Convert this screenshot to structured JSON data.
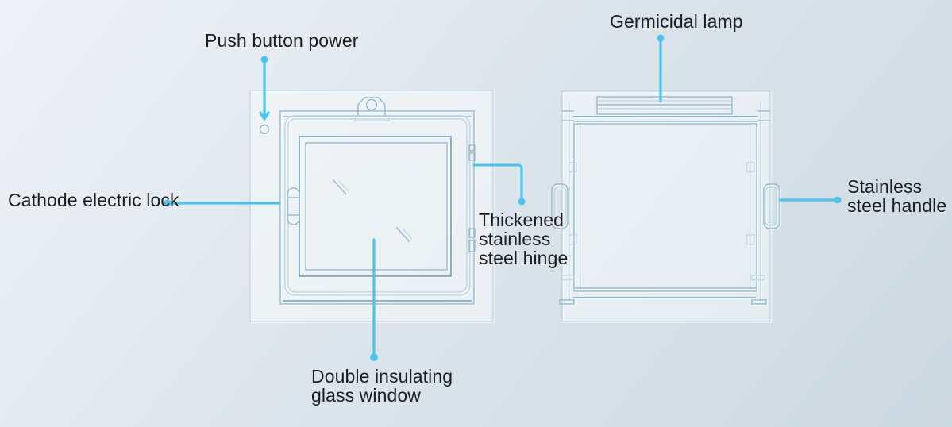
{
  "colors": {
    "accent": "#4bc5ef",
    "label_text": "#1d1d1f",
    "line_art": "#93b9cd",
    "background_start": "#eef1f5",
    "background_end": "#cdd9e2"
  },
  "diagram": {
    "subject": "pass box sterilization cabinet feature callouts",
    "labels": {
      "push_button_power": "Push button power",
      "germicidal_lamp": "Germicidal lamp",
      "cathode_electric_lock": "Cathode electric lock",
      "thickened_stainless_steel_hinge": "Thickened stainless steel hinge",
      "stainless_steel_handle": "Stainless steel handle",
      "double_insulating_glass_window": "Double insulating glass window"
    }
  }
}
